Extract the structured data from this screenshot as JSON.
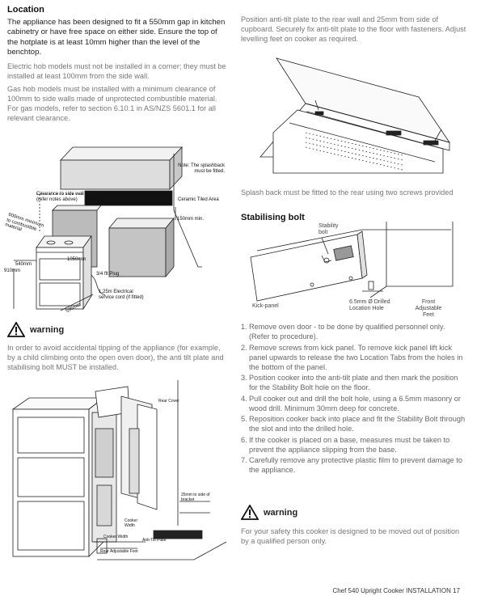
{
  "left": {
    "location_heading": "Location",
    "location_para": "The appliance has been designed to fit a 550mm gap in kitchen cabinetry or have free space on either side. Ensure the top of the hotplate is at least 10mm higher than the level of the benchtop.",
    "electric_para": "Electric hob models must not be installed in a corner; they must be installed at least 100mm from the side wall.",
    "gas_para": "Gas hob models must be installed with a minimum clearance of 100mm to side walls made of unprotected combustible material. For gas models, refer to section 6.10.1 in AS/NZS 5601.1 for all relevant clearance.",
    "diagram1": {
      "note": "Note: The splashback must be fitted.",
      "clearance": "Clearance to side wall (refer notes above)",
      "ceramic": "Ceramic Tiled Area",
      "dim150": "150mm min.",
      "dim600": "600mm minimum to combustible material",
      "dim540": "540mm",
      "dim910": "910mm",
      "dim1050": "1050mm",
      "dim595": "595mm",
      "plug": "3/4 flt Plug",
      "cord": "1.25m Electrical service cord (if fitted)"
    },
    "warning_title": "warning",
    "warning_text": "In order to avoid accidental tipping of the appliance (for example, by a child climbing onto the open oven door), the anti tilt plate and stabilising bolt MUST be installed.",
    "diagram2": {
      "rear_cover": "Rear Cover",
      "cooker_width": "Cooker Width",
      "bracket": "25mm to side of bracket",
      "cooker_width2": "Cooker Width",
      "anti_tilt": "Anti-Tilt Plate",
      "rear_foot": "Rear Adjustable Foot"
    }
  },
  "right": {
    "intro": "Position anti-tilt plate to the rear wall and 25mm from side of cupboard. Securely fix anti-tilt plate to the floor with fasteners. Adjust levelling feet on cooker as required.",
    "splash_caption": "Splash back must be fitted to the rear using two screws provided",
    "stab_heading": "Stabilising bolt",
    "diagram4": {
      "bolt": "Stability bolt",
      "kick": "Kick-panel",
      "hole": "6.5mm Ø Drilled Location Hole",
      "front": "Front Adjustable Feet"
    },
    "steps": [
      {
        "n": "1.",
        "t": "Remove oven door - to be done by qualified personnel only. (Refer to procedure)."
      },
      {
        "n": "2.",
        "t": "Remove screws from kick panel. To remove kick panel lift kick panel upwards to release the two Location Tabs from the holes in the bottom of the panel."
      },
      {
        "n": "3.",
        "t": "Position cooker into the anti-tilt plate and then mark the position for the Stability Bolt hole on the floor."
      },
      {
        "n": "4.",
        "t": "Pull cooker out and drill the bolt hole, using a 6.5mm masonry or wood drill. Minimum 30mm deep for concrete."
      },
      {
        "n": "5.",
        "t": "Reposition cooker back into place and fit the Stability Bolt through the slot and into the drilled hole."
      },
      {
        "n": "6.",
        "t": "If the cooker is placed on a base, measures must be taken to prevent the appliance slipping from the base."
      },
      {
        "n": "7.",
        "t": "Carefully remove any protective plastic film to prevent damage to the appliance."
      }
    ],
    "warning_title": "warning",
    "warning_text": "For your safety this cooker is designed to be moved out of position by a qualified person only."
  },
  "footer": {
    "text": "Chef 540 Upright Cooker  INSTALLATION  17"
  }
}
